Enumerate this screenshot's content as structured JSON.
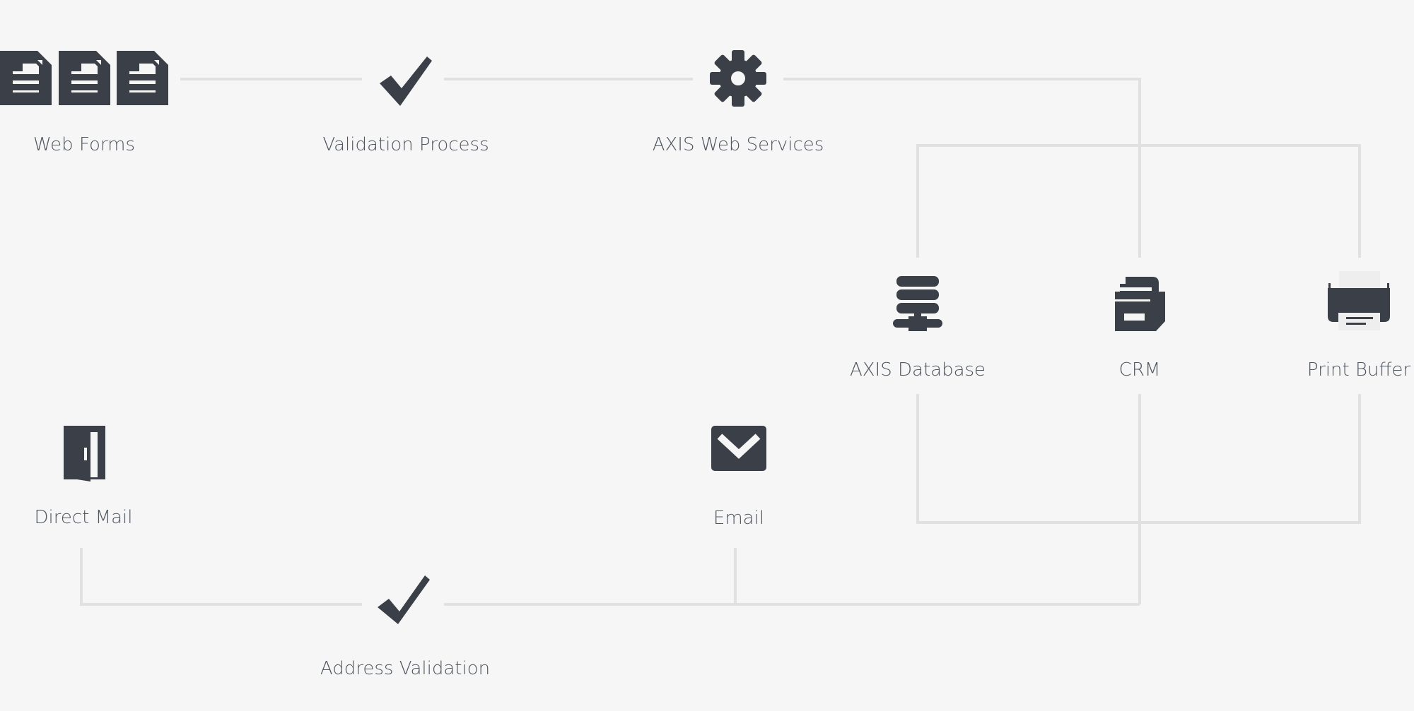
{
  "colors": {
    "background": "#f6f6f6",
    "icon": "#3b3f47",
    "connector": "#e1e1e1",
    "label": "#505660",
    "printer_paper": "#eeeeee"
  },
  "nodes": {
    "web_forms": {
      "label": "Web Forms",
      "icon": "document-stack-icon"
    },
    "validation_process": {
      "label": "Validation Process",
      "icon": "checkmark-icon"
    },
    "axis_web_services": {
      "label": "AXIS Web Services",
      "icon": "gear-icon"
    },
    "axis_database": {
      "label": "AXIS Database",
      "icon": "server-database-icon"
    },
    "crm": {
      "label": "CRM",
      "icon": "file-cabinet-icon"
    },
    "print_buffer": {
      "label": "Print Buffer",
      "icon": "printer-icon"
    },
    "direct_mail": {
      "label": "Direct Mail",
      "icon": "door-icon"
    },
    "email": {
      "label": "Email",
      "icon": "envelope-icon"
    },
    "address_validation": {
      "label": "Address Validation",
      "icon": "checkmark-icon"
    }
  }
}
